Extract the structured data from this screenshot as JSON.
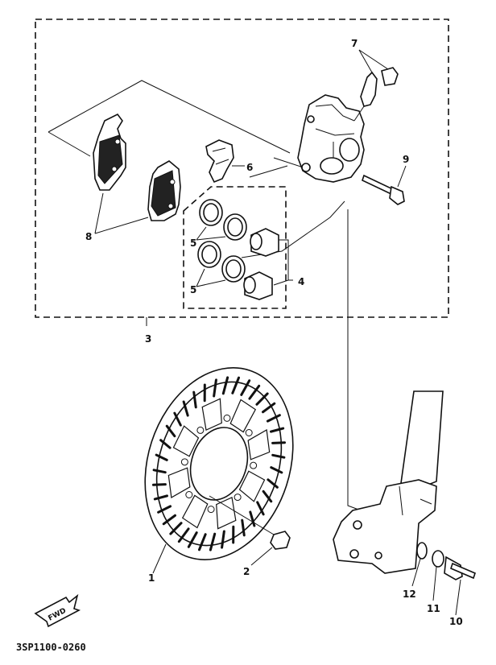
{
  "diagram": {
    "part_labels": {
      "p1": "1",
      "p2": "2",
      "p3": "3",
      "p4": "4",
      "p5a": "5",
      "p5b": "5",
      "p6": "6",
      "p7": "7",
      "p8": "8",
      "p9": "9",
      "p10": "10",
      "p11": "11",
      "p12": "12"
    },
    "direction_badge": "FWD",
    "drawing_code": "3SP1100-0260"
  }
}
